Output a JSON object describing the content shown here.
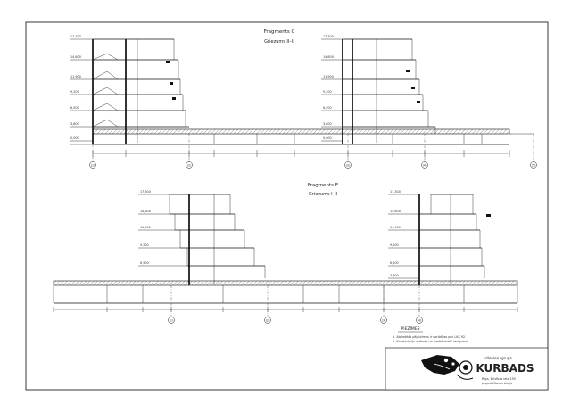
{
  "sheet": {
    "section_c": {
      "title": "Fragments C",
      "subtitle": "Griezums II–II"
    },
    "section_e": {
      "title": "Fragments E",
      "subtitle": "Griezums I–II"
    },
    "levels_c_left": [
      "17,300",
      "14,600",
      "11,900",
      "9,200",
      "6,500",
      "3,800",
      "0,000"
    ],
    "levels_c_right": [
      "17,300",
      "14,600",
      "11,900",
      "9,200",
      "6,500",
      "3,800",
      "0,000"
    ],
    "levels_e_left": [
      "17,300",
      "14,600",
      "11,900",
      "9,200",
      "6,500"
    ],
    "levels_e_right": [
      "17,300",
      "14,600",
      "11,900",
      "9,200",
      "6,500",
      "3,800"
    ],
    "axes_c": [
      "(1)",
      "(2)",
      "(3)",
      "(4)",
      "(5)"
    ],
    "axes_e": [
      "(1)",
      "(2)",
      "(3)",
      "(4)"
    ],
    "notes_title": "PIEZĪMES",
    "notes": [
      "1. Atzīmētās pāļatzīmes ir norādītas pēc LKS 92.",
      "2. Konstrukciju atzīmes un izmēri skatīt rasējumos."
    ],
    "company": {
      "label": "inženieru grupa",
      "name": "KURBADS",
      "line1": "Rīga, Brīvības iela 155",
      "line2": "projektēšanas birojs"
    }
  }
}
